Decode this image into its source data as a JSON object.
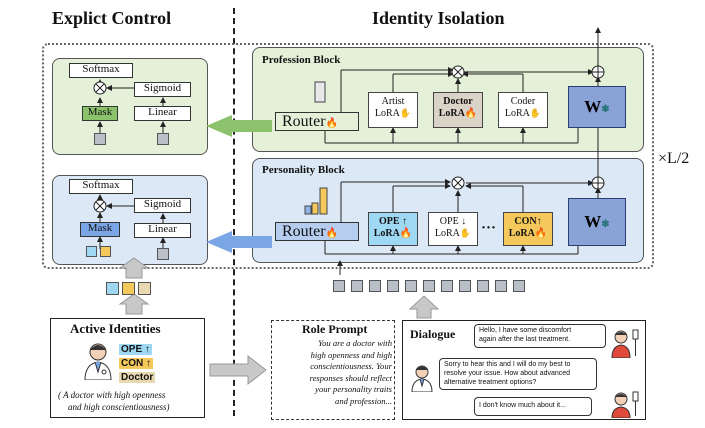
{
  "left_title": "Explict Control",
  "right_title": "Identity Isolation",
  "multiplier": "×L/2",
  "profession_block": {
    "title": "Profession Block",
    "router": "Router",
    "lora1": {
      "line1": "Artist",
      "line2": "LoRA"
    },
    "lora2": {
      "line1": "Doctor",
      "line2": "LoRA"
    },
    "lora3": {
      "line1": "Coder",
      "line2": "LoRA"
    },
    "w": "W"
  },
  "personality_block": {
    "title": "Personality Block",
    "router": "Router",
    "lora1": {
      "line1": "OPE ↑",
      "line2": "LoRA"
    },
    "lora2": {
      "line1": "OPE ↓",
      "line2": "LoRA"
    },
    "lora3": {
      "line1": "CON↑",
      "line2": "LoRA"
    },
    "ellipsis": "···",
    "w": "W"
  },
  "control_top": {
    "softmax": "Softmax",
    "sigmoid": "Sigmoid",
    "mask": "Mask",
    "linear": "Linear"
  },
  "control_bottom": {
    "softmax": "Softmax",
    "sigmoid": "Sigmoid",
    "mask": "Mask",
    "linear": "Linear"
  },
  "active_identities": {
    "title": "Active Identities",
    "tags": [
      "OPE ↑",
      "CON ↑",
      "Doctor"
    ],
    "caption_line1": "( A doctor with high openness",
    "caption_line2": "and high conscientiousness)"
  },
  "role_prompt": {
    "title": "Role Prompt",
    "lines": [
      "You are a doctor with",
      "high openness and high",
      "conscientiousness. Your",
      "responses should reflect",
      "your personality traits",
      "and profession..."
    ]
  },
  "dialogue": {
    "title": "Dialogue",
    "bubble1": [
      "Hello, I have some discomfort",
      "again after the last treatment."
    ],
    "bubble2": [
      "Sorry to hear this and I will do my best to",
      "resolve your issue. How about advanced",
      "alternative treatment options?"
    ],
    "bubble3": [
      "I don't know much about it..."
    ]
  },
  "colors": {
    "green_panel": "#e5f0d9",
    "blue_panel": "#dde8f6",
    "green_arrow": "#8bc26b",
    "blue_arrow": "#7aa6e6",
    "w_fill": "#8aa3d6",
    "opE_tag": "#9fd8f2",
    "con_tag": "#f5c85b"
  },
  "icons": [
    "flame-icon",
    "snowflake-icon",
    "hand-icon",
    "doctor-avatar-icon",
    "patient-avatar-icon",
    "iv-drip-icon"
  ]
}
